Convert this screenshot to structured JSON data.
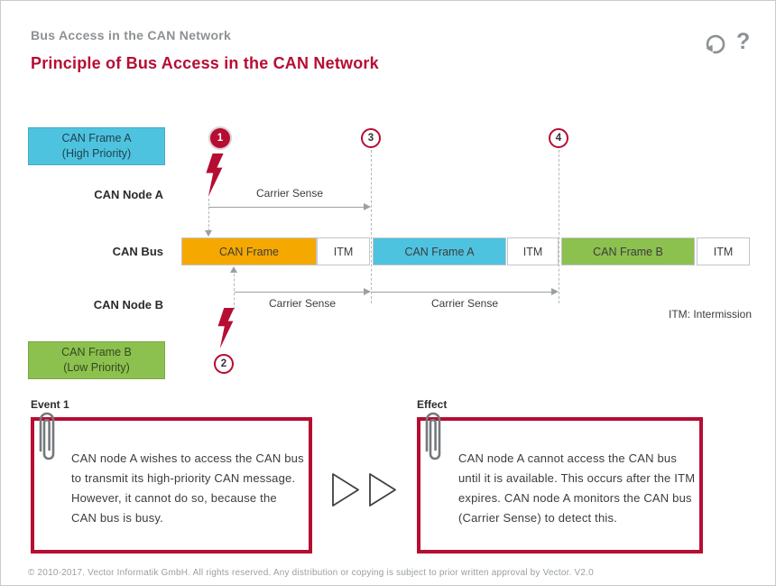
{
  "page": {
    "eyebrow": "Bus Access in the CAN Network",
    "title": "Principle of Bus Access in the CAN Network",
    "footer": "© 2010-2017. Vector Informatik GmbH. All rights reserved. Any distribution or copying is subject to prior written approval by Vector. V2.0"
  },
  "toolbar": {
    "refresh_icon": "restart",
    "help_label": "?"
  },
  "colors": {
    "accent": "#b60d33",
    "frame_generic": "#f5a800",
    "frame_a": "#4ec3e0",
    "frame_b": "#8cc04f",
    "itm": "#ffffff",
    "gray_line": "#9aa0a3"
  },
  "diagram": {
    "legend_frame_a": {
      "line1": "CAN Frame A",
      "line2": "(High Priority)",
      "color": "#4ec3e0"
    },
    "legend_frame_b": {
      "line1": "CAN Frame B",
      "line2": "(Low Priority)",
      "color": "#8cc04f"
    },
    "node_a_label": "CAN Node A",
    "bus_label": "CAN Bus",
    "node_b_label": "CAN Node B",
    "markers": [
      "1",
      "2",
      "3",
      "4"
    ],
    "carrier_sense_a": "Carrier Sense",
    "carrier_sense_b1": "Carrier Sense",
    "carrier_sense_b2": "Carrier Sense",
    "itm_note": "ITM: Intermission",
    "bus_segments": [
      {
        "label": "CAN Frame",
        "color": "#f5a800"
      },
      {
        "label": "ITM",
        "color": "#ffffff"
      },
      {
        "label": "CAN Frame A",
        "color": "#4ec3e0"
      },
      {
        "label": "ITM",
        "color": "#ffffff"
      },
      {
        "label": "CAN Frame B",
        "color": "#8cc04f"
      },
      {
        "label": "ITM",
        "color": "#ffffff"
      }
    ]
  },
  "callouts": {
    "event": {
      "heading": "Event 1",
      "text": "CAN node A wishes to access the CAN bus to transmit its high-priority CAN message. However, it cannot do so, because the CAN bus is busy."
    },
    "effect": {
      "heading": "Effect",
      "text": "CAN node A cannot access the CAN bus until it is available. This occurs after the ITM expires. CAN node A monitors the CAN bus (Carrier Sense) to detect this."
    }
  }
}
